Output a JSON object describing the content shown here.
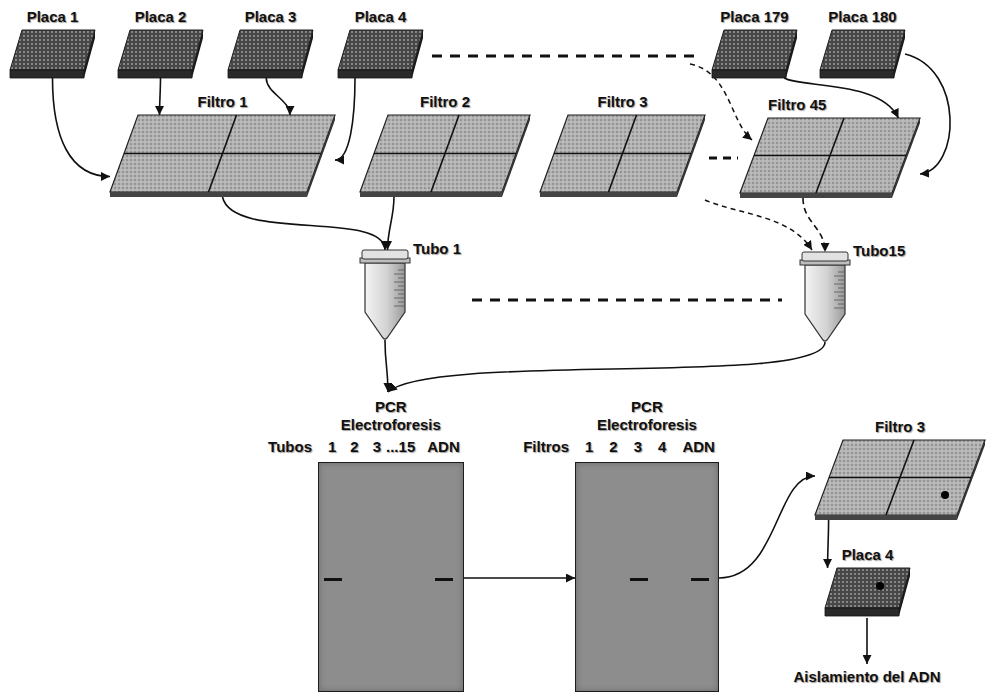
{
  "diagram": {
    "nodes": [
      {
        "text": [
          "Placa 1"
        ]
      },
      {
        "text": [
          "Placa 2"
        ]
      },
      {
        "text": [
          "Placa 3"
        ]
      },
      {
        "text": [
          "Placa 4"
        ]
      },
      {
        "text": [
          "Placa 179"
        ]
      },
      {
        "text": [
          "Placa 180"
        ]
      },
      {
        "text": [
          "Filtro 1"
        ]
      },
      {
        "text": [
          "Filtro 2"
        ]
      },
      {
        "text": [
          "Filtro 3"
        ]
      },
      {
        "text": [
          "Filtro 45"
        ]
      },
      {
        "text": [
          "Tubo 1"
        ]
      },
      {
        "text": [
          "Tubo15"
        ]
      },
      {
        "text": [
          "PCR Electroforesis",
          "Tubos",
          "1",
          "2",
          "3",
          "...15",
          "ADN"
        ]
      },
      {
        "text": [
          "PCR Electroforesis",
          "Filtros",
          "1",
          "2",
          "3",
          "4",
          "ADN"
        ]
      },
      {
        "text": [
          "Filtro 3"
        ]
      },
      {
        "text": [
          "Placa 4"
        ]
      }
    ],
    "edges": [
      {
        "from": 0,
        "to": 6,
        "arrow": "to"
      },
      {
        "from": 1,
        "to": 6,
        "arrow": "to"
      },
      {
        "from": 2,
        "to": 6,
        "arrow": "to"
      },
      {
        "from": 3,
        "to": 6,
        "arrow": "to"
      },
      {
        "from": 4,
        "to": 9,
        "arrow": "to"
      },
      {
        "from": 5,
        "to": 9,
        "arrow": "to"
      },
      {
        "from": 6,
        "to": 10,
        "arrow": "to"
      },
      {
        "from": 7,
        "to": 10,
        "arrow": "to"
      },
      {
        "from": 9,
        "to": 11,
        "arrow": "to"
      },
      {
        "from": 10,
        "to": 12,
        "arrow": "to"
      },
      {
        "from": 11,
        "to": 12,
        "arrow": "to"
      },
      {
        "from": 12,
        "to": 13,
        "arrow": "to"
      },
      {
        "from": 13,
        "to": 14,
        "arrow": "to"
      },
      {
        "from": 14,
        "to": 15,
        "arrow": "to"
      }
    ],
    "labels": [
      "Aislamiento del ADN"
    ]
  }
}
